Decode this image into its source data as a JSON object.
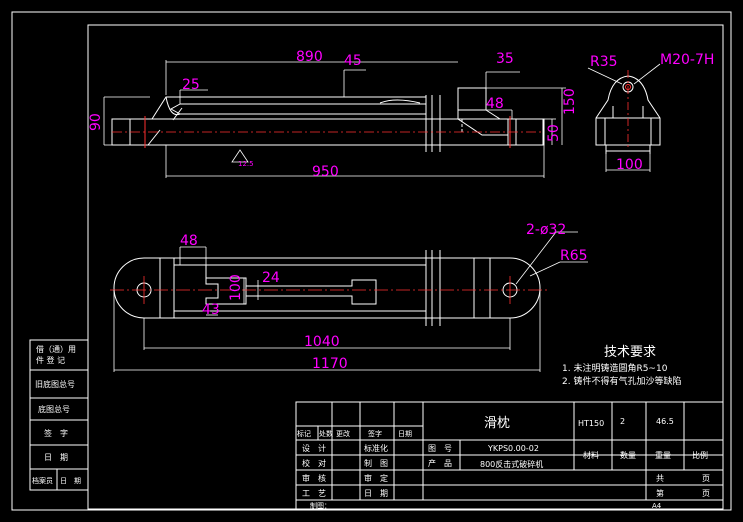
{
  "dimensions": {
    "top_890": "890",
    "top_45": "45",
    "top_35": "35",
    "top_25": "25",
    "left_90": "90",
    "top_48": "48",
    "side_50": "50",
    "side_150": "150",
    "bottom_950": "950",
    "roughness": "12.5",
    "side_R35": "R35",
    "side_thread": "M20-7H",
    "side_100": "100",
    "plan_48": "48",
    "plan_24": "24",
    "plan_100": "100",
    "plan_43": "43",
    "plan_holes": "2-ø32",
    "plan_R65": "R65",
    "plan_1040": "1040",
    "plan_1170": "1170"
  },
  "tech": {
    "title": "技术要求",
    "note1": "1. 未注明铸造圆角R5~10",
    "note2": "2. 铸件不得有气孔加沙等缺陷"
  },
  "side_block": {
    "r1": "借（通）用",
    "r1b": "件 登 记",
    "r2": "旧底图总号",
    "r3": "底图总号",
    "r4": "签　字",
    "r5": "日　期",
    "r6a": "档案员",
    "r6b": "日　期"
  },
  "title_block": {
    "part_name": "滑枕",
    "material_value": "HT150",
    "qty_value": "2",
    "weight_value": "46.5",
    "hdr_mark": "标记",
    "hdr_count": "处数",
    "hdr_change": "更改",
    "hdr_sign": "签字",
    "hdr_date": "日期",
    "design": "设　计",
    "check": "校　对",
    "review": "审　核",
    "process": "工　艺",
    "standard": "标准化",
    "drafting": "制　图",
    "approve": "审　定",
    "date": "日　期",
    "drawing_no_label": "图　号",
    "drawing_no": "YKPS0.00-02",
    "product_label": "产　品",
    "product": "800反击式破碎机",
    "material_label": "材料",
    "qty_label": "数量",
    "weight_label": "重量",
    "scale_label": "比例",
    "total_label": "共",
    "page_unit": "页",
    "sheet_label": "第",
    "sheet_unit": "页",
    "drawn_by": "制图：",
    "format": "A4"
  }
}
